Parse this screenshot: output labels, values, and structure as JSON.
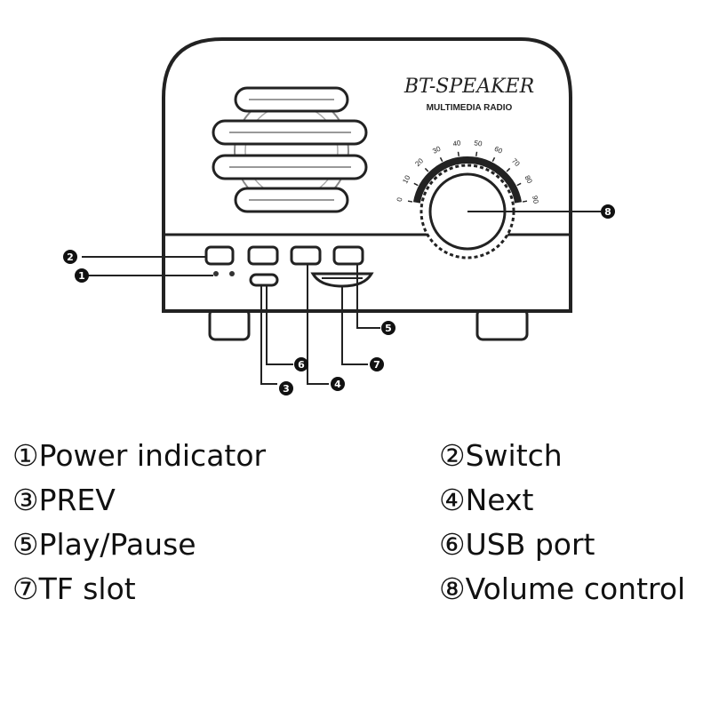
{
  "device": {
    "brand": "BT-SPEAKER",
    "subtitle": "MULTIMEDIA RADIO",
    "dial_ticks": [
      "0",
      "10",
      "20",
      "30",
      "40",
      "50",
      "60",
      "70",
      "80",
      "90"
    ]
  },
  "callouts": [
    {
      "id": "power_indicator",
      "number": "1"
    },
    {
      "id": "switch",
      "number": "2"
    },
    {
      "id": "prev",
      "number": "3"
    },
    {
      "id": "next",
      "number": "4"
    },
    {
      "id": "play_pause",
      "number": "5"
    },
    {
      "id": "usb_port",
      "number": "6"
    },
    {
      "id": "tf_slot",
      "number": "7"
    },
    {
      "id": "volume_control",
      "number": "8"
    }
  ],
  "legend": [
    {
      "symbol": "①",
      "label": "Power indicator"
    },
    {
      "symbol": "②",
      "label": "Switch"
    },
    {
      "symbol": "③",
      "label": "PREV"
    },
    {
      "symbol": "④",
      "label": "Next"
    },
    {
      "symbol": "⑤",
      "label": "Play/Pause"
    },
    {
      "symbol": "⑥",
      "label": "USB port"
    },
    {
      "symbol": "⑦",
      "label": "TF slot"
    },
    {
      "symbol": "⑧",
      "label": "Volume control"
    }
  ]
}
